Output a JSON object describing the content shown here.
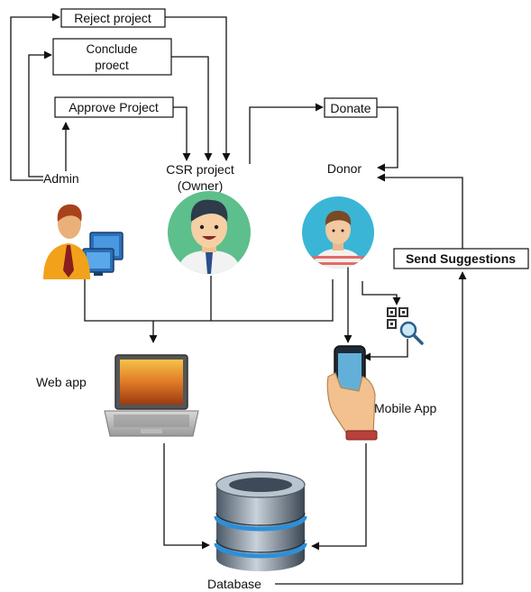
{
  "boxes": {
    "reject": "Reject project",
    "conclude_line1": "Conclude",
    "conclude_line2": "proect",
    "approve": "Approve Project",
    "donate": "Donate",
    "send_suggestions": "Send Suggestions"
  },
  "actors": {
    "admin": "Admin",
    "owner_line1": "CSR project",
    "owner_line2": "(Owner)",
    "donor": "Donor"
  },
  "systems": {
    "web_app": "Web app",
    "mobile_app": "Mobile App",
    "database": "Database"
  },
  "icons": {
    "admin": "admin-computer-icon",
    "owner": "owner-avatar-icon",
    "donor": "donor-avatar-icon",
    "qr": "qr-scan-icon",
    "laptop": "laptop-icon",
    "phone": "hand-phone-icon",
    "database": "database-icon"
  },
  "colors": {
    "owner_circle": "#5dbf8c",
    "donor_circle": "#3bb5d6",
    "laptop_screen": "#e08a2a",
    "db_ring": "#2e8fd6",
    "admin_shirt": "#f2a21a",
    "mobile_screen": "#62b0d8"
  }
}
